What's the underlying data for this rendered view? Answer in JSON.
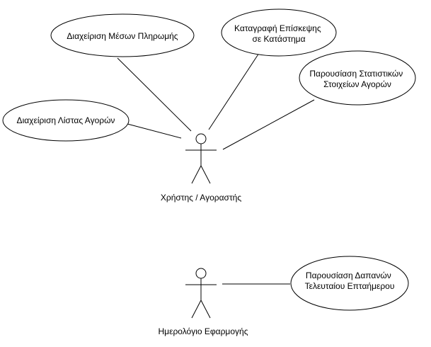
{
  "colors": {
    "stroke": "#000000",
    "fill": "#ffffff",
    "text": "#000000"
  },
  "actors": [
    {
      "id": "user",
      "label": "Χρήστης / Αγοραστής"
    },
    {
      "id": "calendar",
      "label": "Ημερολόγιο Εφαρμογής"
    }
  ],
  "use_cases": [
    {
      "id": "payment",
      "lines": [
        "Διαχείριση Μέσων Πληρωμής"
      ]
    },
    {
      "id": "visit",
      "lines": [
        "Καταγραφή Επίσκεψης",
        "σε Κατάστημα"
      ]
    },
    {
      "id": "stats",
      "lines": [
        "Παρουσίαση Στατιστικών",
        "Στοιχείων Αγορών"
      ]
    },
    {
      "id": "list",
      "lines": [
        "Διαχείριση Λίστας Αγορών"
      ]
    },
    {
      "id": "expenses",
      "lines": [
        "Παρουσίαση Δαπανών",
        "Τελευταίου Επταήμερου"
      ]
    }
  ],
  "associations": [
    {
      "actor": "user",
      "use_case": "payment"
    },
    {
      "actor": "user",
      "use_case": "visit"
    },
    {
      "actor": "user",
      "use_case": "stats"
    },
    {
      "actor": "user",
      "use_case": "list"
    },
    {
      "actor": "calendar",
      "use_case": "expenses"
    }
  ]
}
